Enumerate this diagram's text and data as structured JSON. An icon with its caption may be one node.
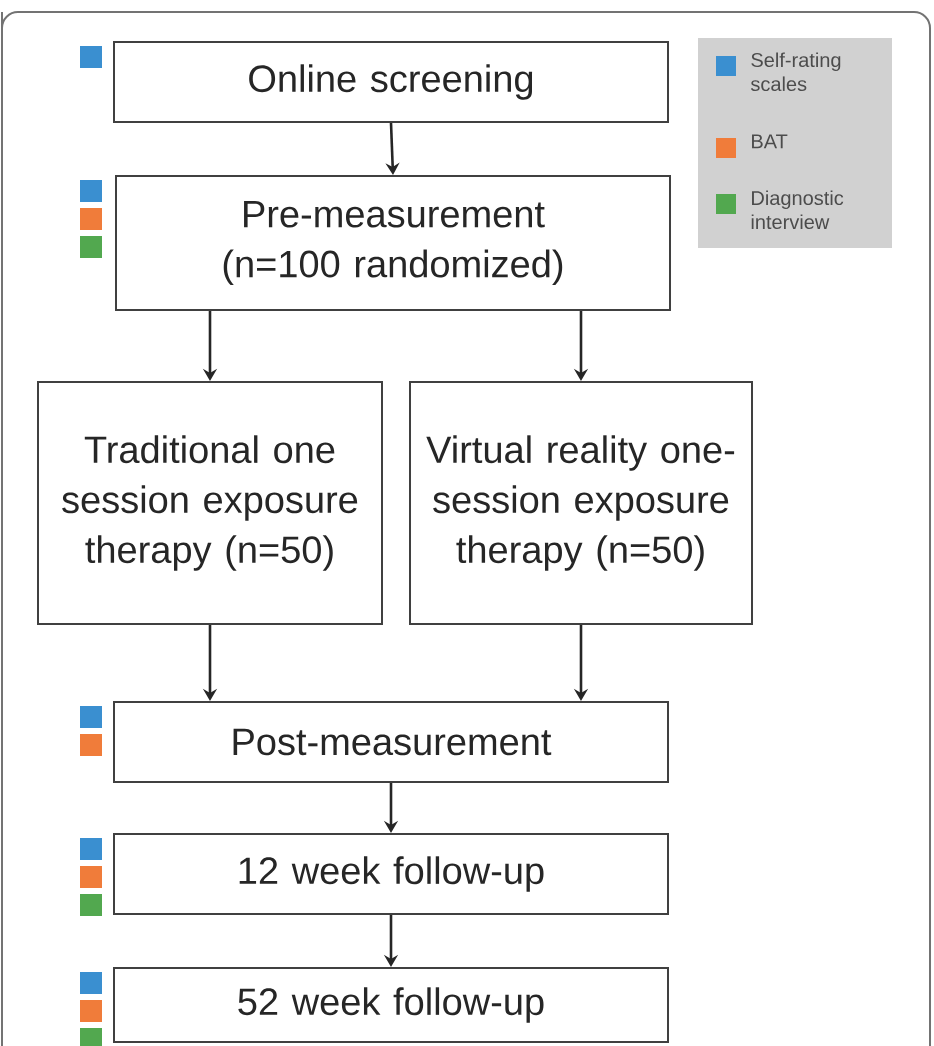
{
  "diagram": {
    "nodes": [
      {
        "text": [
          "Online screening"
        ]
      },
      {
        "text": [
          "Pre-measurement (n=100 randomized)"
        ]
      },
      {
        "text": [
          "Traditional one session exposure therapy (n=50)"
        ]
      },
      {
        "text": [
          "Virtual reality one-session exposure therapy (n=50)"
        ]
      },
      {
        "text": [
          "Post-measurement"
        ]
      },
      {
        "text": [
          "12 week follow-up"
        ]
      },
      {
        "text": [
          "52 week follow-up"
        ]
      }
    ],
    "edges": [
      {
        "from": 0,
        "to": 1,
        "arrow": "to"
      },
      {
        "from": 1,
        "to": 2,
        "arrow": "to"
      },
      {
        "from": 1,
        "to": 3,
        "arrow": "to"
      },
      {
        "from": 2,
        "to": 4,
        "arrow": "to"
      },
      {
        "from": 3,
        "to": 4,
        "arrow": "to"
      },
      {
        "from": 4,
        "to": 5,
        "arrow": "to"
      },
      {
        "from": 5,
        "to": 6,
        "arrow": "to"
      }
    ],
    "legend": [
      {
        "text": "Self-rating scales",
        "color": "#3a8fd0"
      },
      {
        "text": "BAT",
        "color": "#f07c3a"
      },
      {
        "text": "Diagnostic interview",
        "color": "#52a84f"
      }
    ]
  }
}
